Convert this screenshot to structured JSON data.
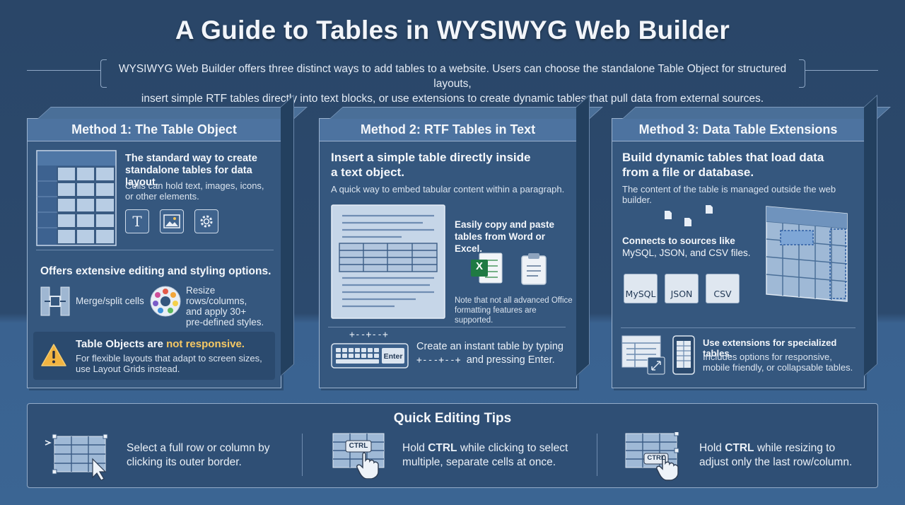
{
  "header": {
    "title": "A Guide to Tables in WYSIWYG Web Builder",
    "intro_line1": "WYSIWYG Web Builder offers three distinct ways to add tables to a website. Users can choose the standalone Table Object for structured layouts,",
    "intro_line2": "insert simple RTF tables directly into text blocks, or use extensions to create dynamic tables that pull data from external sources."
  },
  "method1": {
    "title": "Method 1: The Table Object",
    "lead_line1": "The standard way to create",
    "lead_line2": "standalone tables for data layout.",
    "sub_line1": "Cells can hold text, images, icons,",
    "sub_line2": "or other elements.",
    "editing_heading": "Offers extensive editing and styling options.",
    "merge_label": "Merge/split cells",
    "resize_line1": "Resize rows/columns,",
    "resize_line2": "and apply 30+",
    "resize_line3": "pre-defined styles.",
    "warning_prefix": "Table Objects are ",
    "warning_highlight": "not responsive.",
    "warning_line1": "For flexible layouts that adapt to screen sizes,",
    "warning_line2": "use Layout Grids instead.",
    "icon_text_glyph": "T"
  },
  "method2": {
    "title": "Method 2: RTF Tables in Text",
    "lead_line1": "Insert a simple table directly inside",
    "lead_line2": "a text object.",
    "sub": "A quick way to embed tabular content within a paragraph.",
    "copy_line1": "Easily copy and paste",
    "copy_line2": "tables from Word or Excel.",
    "note_line1": "Note that not all advanced Office",
    "note_line2": "formatting features are supported.",
    "excel_glyph": "X",
    "pattern_top": "+--+--+",
    "enter_key": "Enter",
    "instant_line1": "Create an instant table by typing",
    "instant_pattern": "+---+--+",
    "instant_line2": "and pressing Enter."
  },
  "method3": {
    "title": "Method 3: Data Table Extensions",
    "lead_line1": "Build dynamic tables that load data",
    "lead_line2": "from a file or database.",
    "sub": "The content of the table is managed outside the web builder.",
    "sources_line1": "Connects to sources like",
    "sources_line2": "MySQL, JSON, and CSV files.",
    "src_mysql": "MySQL",
    "src_json": "JSON",
    "src_csv": "CSV",
    "ext_heading": "Use extensions for specialized tables.",
    "ext_line1": "Includes options for responsive,",
    "ext_line2": "mobile friendly, or collapsable tables."
  },
  "tips": {
    "title": "Quick Editing Tips",
    "tip1_line1": "Select a full row or column by",
    "tip1_line2": "clicking its outer border.",
    "tip2_pre": "Hold ",
    "tip2_key": "CTRL",
    "tip2_post": " while clicking to select",
    "tip2_line2": "multiple, separate cells at once.",
    "tip2_badge": "CTRL",
    "tip3_pre": "Hold ",
    "tip3_key": "CTRL",
    "tip3_post": " while resizing to",
    "tip3_line2": "adjust only the last row/column.",
    "tip3_badge": "CTRL"
  },
  "colors": {
    "background": "#2a4668",
    "card": "#35577e",
    "card_header": "#4d73a0",
    "highlight": "#f7c964",
    "warning": "#f2b441"
  }
}
